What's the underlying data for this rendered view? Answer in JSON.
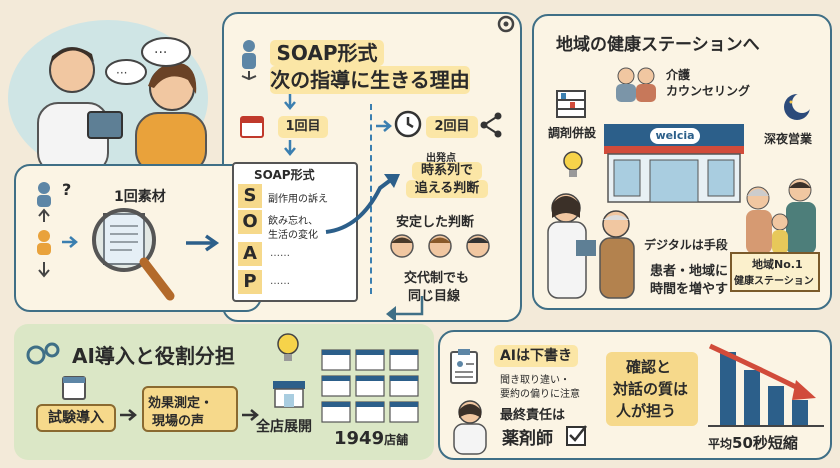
{
  "soap": {
    "title_line1": "SOAP形式が",
    "title_line2": "次の指導に生きる理由",
    "visit1": "1回目",
    "visit2": "2回目",
    "raw_label": "1回素材",
    "form_title": "SOAP形式",
    "letters": [
      "S",
      "O",
      "A",
      "P"
    ],
    "s_note": "副作用の訴え",
    "o_note_line1": "飲み忘れ、",
    "o_note_line2": "生活の変化",
    "a_note": "……",
    "p_note": "……",
    "start_label": "出発点",
    "timeline_line1": "時系列で",
    "timeline_line2": "追える判断",
    "stable": "安定した判断",
    "shift_line1": "交代制でも",
    "shift_line2": "同じ目線"
  },
  "station": {
    "title": "地域の健康ステーションへ",
    "care_line1": "介護",
    "care_line2": "カウンセリング",
    "dispensing": "調剤併設",
    "late_night": "深夜営業",
    "brand": "welcia",
    "digital": "デジタルは手段",
    "time_line1": "患者・地域に",
    "time_line2": "時間を増やす",
    "sign_line1": "地域No.1",
    "sign_line2": "健康ステーション"
  },
  "ai_rollout": {
    "title": "AI導入と役割分担",
    "step1": "試験導入",
    "step2_line1": "効果測定・",
    "step2_line2": "現場の声",
    "step3": "全店展開",
    "store_count": "1949",
    "store_unit": "店舗"
  },
  "ai_roles": {
    "draft": "AIは下書き",
    "caution_line1": "聞き取り違い・",
    "caution_line2": "要約の偏りに注意",
    "responsibility": "最終責任は",
    "pharmacist": "薬剤師",
    "quality_line1": "確認と",
    "quality_line2": "対話の質は",
    "quality_line3": "人が担う",
    "avg_label": "平均",
    "avg_value": "50秒短縮"
  },
  "colors": {
    "teal_border": "#3f6f86",
    "pill_yellow": "#fbe6a6",
    "green_bg": "#dbe7c6",
    "blue_bar": "#2c5f8a",
    "red_arrow": "#d14b3a",
    "background": "#f3ead9"
  }
}
